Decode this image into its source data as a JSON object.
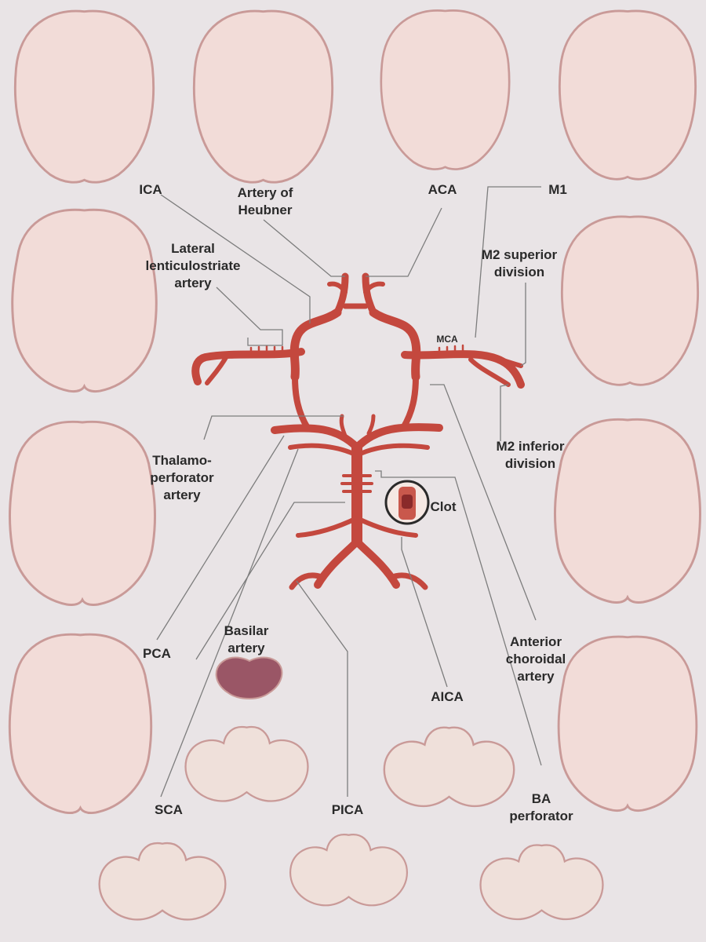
{
  "labels": {
    "ica": "ICA",
    "heubner": [
      "Artery of",
      "Heubner"
    ],
    "aca": "ACA",
    "m1": "M1",
    "lenticulostriate": [
      "Lateral",
      "lenticulostriate",
      "artery"
    ],
    "m2_superior": [
      "M2 superior",
      "division"
    ],
    "mca": "MCA",
    "thalamoperforator": [
      "Thalamo-",
      "perforator",
      "artery"
    ],
    "m2_inferior": [
      "M2 inferior",
      "division"
    ],
    "clot": "Clot",
    "pca": "PCA",
    "basilar": [
      "Basilar",
      "artery"
    ],
    "anterior_choroidal": [
      "Anterior",
      "choroidal",
      "artery"
    ],
    "aica": "AICA",
    "sca": "SCA",
    "pica": "PICA",
    "ba_perforator": [
      "BA",
      "perforator"
    ]
  },
  "colors": {
    "background": "#e9e4e6",
    "brain_tissue": "#f2dcd8",
    "brain_outline": "#c99a98",
    "ventricle": "#8e2a2e",
    "infarct": "#9a5666",
    "artery": "#c4483e",
    "artery_dark": "#9e3530",
    "leader_line": "#7d7d7d"
  },
  "icons": {
    "clot_magnifier": "clot-magnifier-icon"
  }
}
